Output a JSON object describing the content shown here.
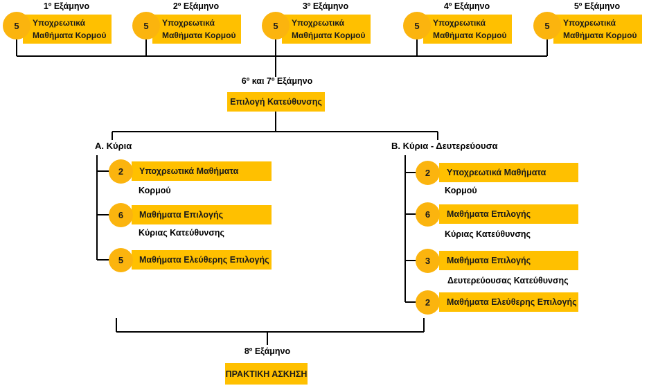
{
  "colors": {
    "box_gold": "#FFC000",
    "badge_gold": "#FBB40E",
    "line": "#000000",
    "text": "#000000"
  },
  "top_row": {
    "groups": [
      {
        "label": "1º Εξάμηνο",
        "count": "5",
        "box": "Υποχρεωτικά Μαθήματα Κορμού"
      },
      {
        "label": "2º Εξάμηνο",
        "count": "5",
        "box": "Υποχρεωτικά Μαθήματα Κορμού"
      },
      {
        "label": "3º Εξάμηνο",
        "count": "5",
        "box": "Υποχρεωτικά Μαθήματα Κορμού"
      },
      {
        "label": "4º Εξάμηνο",
        "count": "5",
        "box": "Υποχρεωτικά Μαθήματα Κορμού"
      },
      {
        "label": "5º Εξάμηνο",
        "count": "5",
        "box": "Υποχρεωτικά Μαθήματα Κορμού"
      }
    ]
  },
  "direction_choice": {
    "label": "6º και 7º Εξάμηνο",
    "box": "Επιλογή Κατεύθυνσης"
  },
  "branch_a": {
    "title": "Α. Κύρια",
    "items": [
      {
        "count": "2",
        "label": "Υποχρεωτικά Μαθήματα",
        "sublabel": "Κορμού"
      },
      {
        "count": "6",
        "label": "Μαθήματα Επιλογής",
        "sublabel": "Κύριας Κατεύθυνσης"
      },
      {
        "count": "5",
        "label": "Μαθήματα Ελεύθερης Επιλογής"
      }
    ]
  },
  "branch_b": {
    "title": "Β. Κύρια - Δευτερεύουσα",
    "items": [
      {
        "count": "2",
        "label": "Υποχρεωτικά Μαθήματα",
        "sublabel": "Κορμού"
      },
      {
        "count": "6",
        "label": "Μαθήματα Επιλογής",
        "sublabel": "Κύριας Κατεύθυνσης"
      },
      {
        "count": "3",
        "label": "Μαθήματα Επιλογής",
        "sublabel": "Δευτερεύουσας Κατεύθυνσης"
      },
      {
        "count": "2",
        "label": "Μαθήματα Ελεύθερης Επιλογής"
      }
    ]
  },
  "final_semester": {
    "label": "8º Εξάμηνο",
    "box": "ΠΡΑΚΤΙΚΗ ΑΣΚΗΣΗ"
  }
}
